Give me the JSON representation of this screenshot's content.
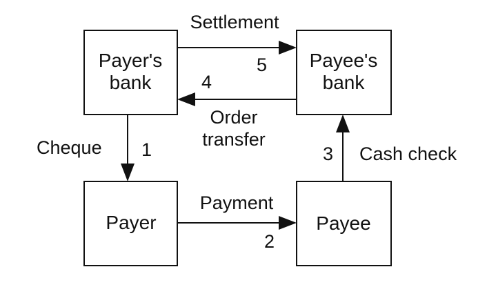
{
  "nodes": {
    "payers_bank": {
      "line1": "Payer's",
      "line2": "bank"
    },
    "payees_bank": {
      "line1": "Payee's",
      "line2": "bank"
    },
    "payer": {
      "label": "Payer"
    },
    "payee": {
      "label": "Payee"
    }
  },
  "flows": {
    "settlement": {
      "label": "Settlement",
      "step": "5"
    },
    "order_transfer": {
      "line1": "Order",
      "line2": "transfer",
      "step": "4"
    },
    "cheque": {
      "label": "Cheque",
      "step": "1"
    },
    "payment": {
      "label": "Payment",
      "step": "2"
    },
    "cash_check": {
      "label": "Cash check",
      "step": "3"
    }
  }
}
